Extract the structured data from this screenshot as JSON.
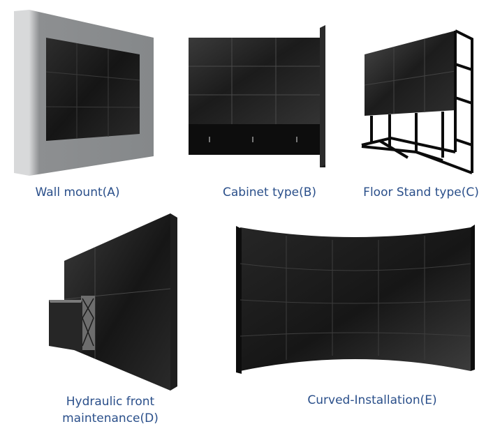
{
  "items": [
    {
      "label": "Wall mount(A)"
    },
    {
      "label": "Cabinet type(B)"
    },
    {
      "label": "Floor Stand type(C)"
    },
    {
      "label": "Hydraulic front"
    },
    {
      "label": "maintenance(D)"
    },
    {
      "label": "Curved-Installation(E)"
    }
  ],
  "colors": {
    "caption": "#2a4f8a",
    "screen_dark": "#141414",
    "screen_light": "#4a4a4a",
    "wall_gray": "#8f9193"
  }
}
